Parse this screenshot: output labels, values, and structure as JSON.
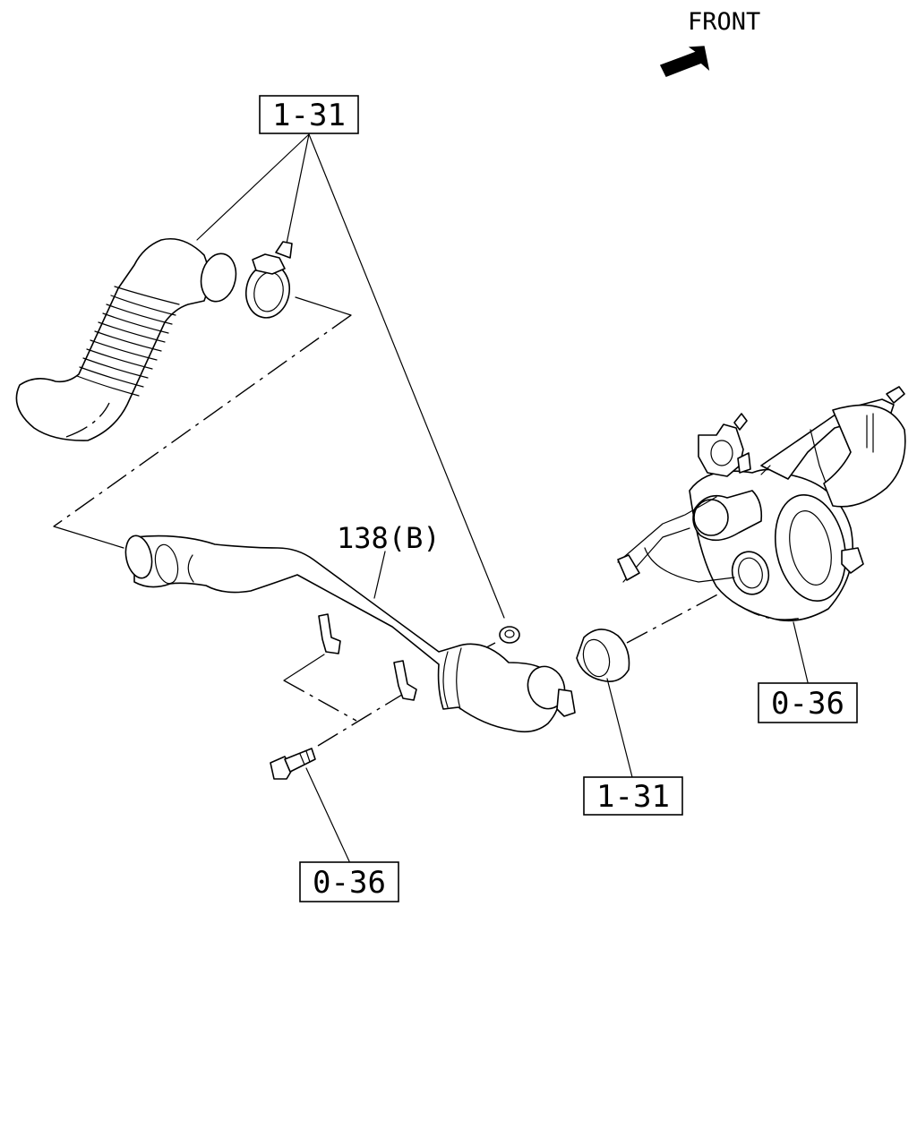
{
  "orientation": {
    "label": "FRONT",
    "arrow_icon": "front-direction-arrow-icon"
  },
  "callouts": {
    "ref_top": "1-31",
    "ref_gasket": "1-31",
    "ref_turbo": "0-36",
    "ref_bolt": "0-36"
  },
  "part_label": {
    "number": "138(B)"
  }
}
